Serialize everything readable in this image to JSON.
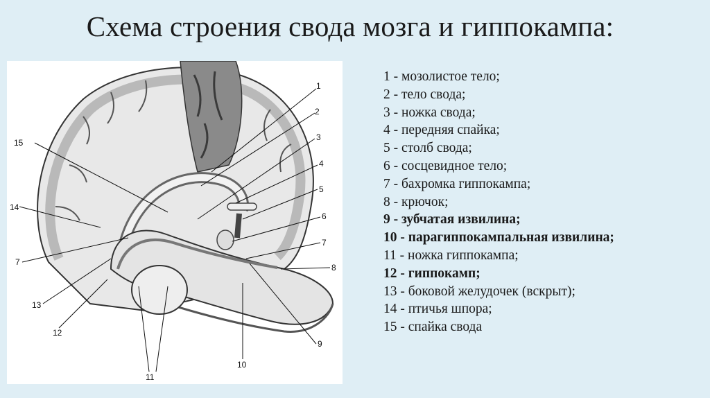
{
  "title": "Схема строения свода мозга и гиппокампа:",
  "figure": {
    "callouts": [
      "1",
      "2",
      "3",
      "4",
      "5",
      "6",
      "7",
      "8",
      "9",
      "10",
      "11",
      "12",
      "13",
      "14",
      "15",
      "7"
    ]
  },
  "legend": [
    {
      "text": "1 - мозолистое тело;",
      "bold": false
    },
    {
      "text": "2 - тело свода;",
      "bold": false
    },
    {
      "text": "3 - ножка свода;",
      "bold": false
    },
    {
      "text": "4 - передняя спайка;",
      "bold": false
    },
    {
      "text": "5 - столб свода;",
      "bold": false
    },
    {
      "text": "6 - сосцевидное тело;",
      "bold": false
    },
    {
      "text": "7 - бахромка гиппокампа;",
      "bold": false
    },
    {
      "text": "8 - крючок;",
      "bold": false
    },
    {
      "text": "9 - зубчатая извилина;",
      "bold": true
    },
    {
      "text": "10 - парагиппокампальная извилина;",
      "bold": true
    },
    {
      "text": "11 - ножка гиппокампа;",
      "bold": false
    },
    {
      "text": "12 - гиппокамп;",
      "bold": true
    },
    {
      "text": "13 - боковой желудочек (вскрыт);",
      "bold": false
    },
    {
      "text": "14 - птичья шпора;",
      "bold": false
    },
    {
      "text": "15 - спайка свода",
      "bold": false
    }
  ]
}
